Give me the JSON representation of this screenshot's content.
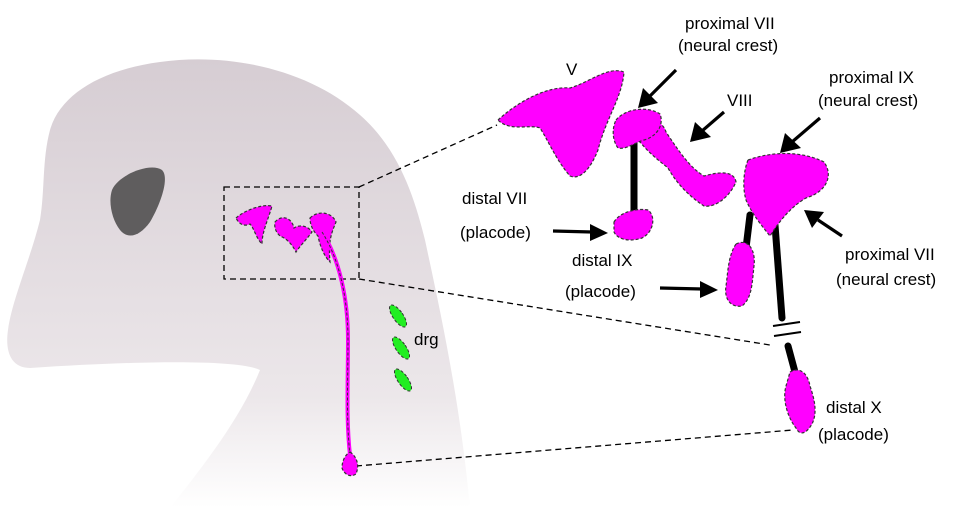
{
  "labels": {
    "v": "V",
    "viii": "VIII",
    "proximal_vii_top_1": "proximal VII",
    "proximal_vii_top_2": "(neural crest)",
    "proximal_ix_1": "proximal IX",
    "proximal_ix_2": "(neural crest)",
    "distal_vii_1": "distal VII",
    "distal_vii_2": "(placode)",
    "distal_ix_1": "distal IX",
    "distal_ix_2": "(placode)",
    "proximal_vii_right_1": "proximal VII",
    "proximal_vii_right_2": "(neural crest)",
    "distal_x_1": "distal X",
    "distal_x_2": "(placode)",
    "drg": "drg"
  },
  "colors": {
    "head": "#d9d2d8",
    "eye": "#5f5d5e",
    "ganglion": "#ff00ff",
    "drg": "#22ee22",
    "nerve": "#000000"
  }
}
